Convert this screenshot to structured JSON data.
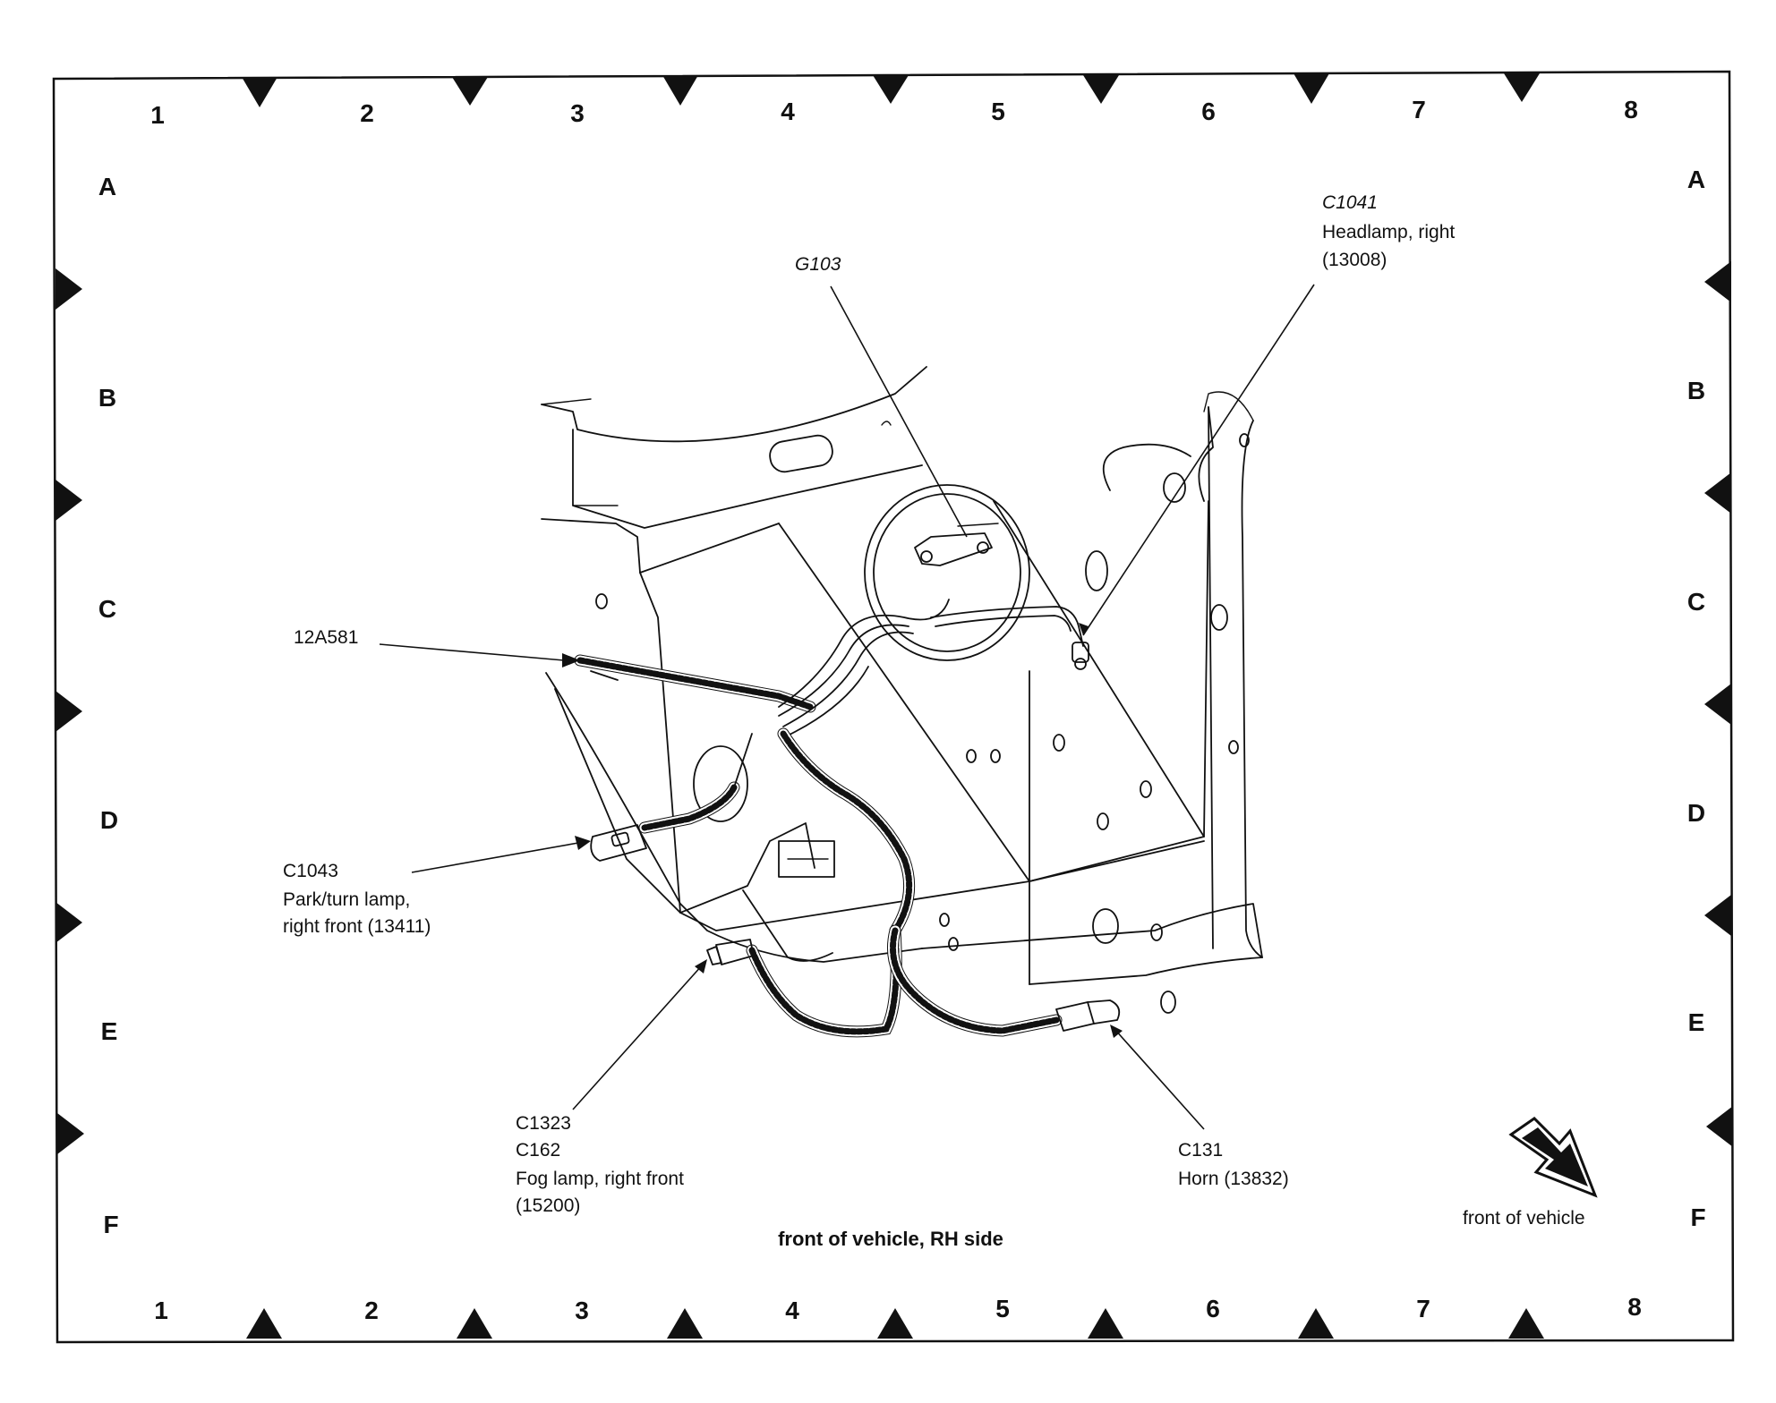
{
  "grid": {
    "columns": [
      "1",
      "2",
      "3",
      "4",
      "5",
      "6",
      "7",
      "8"
    ],
    "rows": [
      "A",
      "B",
      "C",
      "D",
      "E",
      "F"
    ]
  },
  "labels": {
    "g103": "G103",
    "c1041": "C1041",
    "headlamp": "Headlamp, right",
    "headlamp_part": "(13008)",
    "harness": "12A581",
    "c1043": "C1043",
    "park_turn": "Park/turn lamp,",
    "park_turn_loc": "right front (13411)",
    "c1323": "C1323",
    "c162": "C162",
    "fog_lamp": "Fog lamp, right front",
    "fog_part": "(15200)",
    "c131": "C131",
    "horn": "Horn (13832)",
    "front_of_vehicle": "front of vehicle"
  },
  "caption": "front of vehicle, RH side"
}
